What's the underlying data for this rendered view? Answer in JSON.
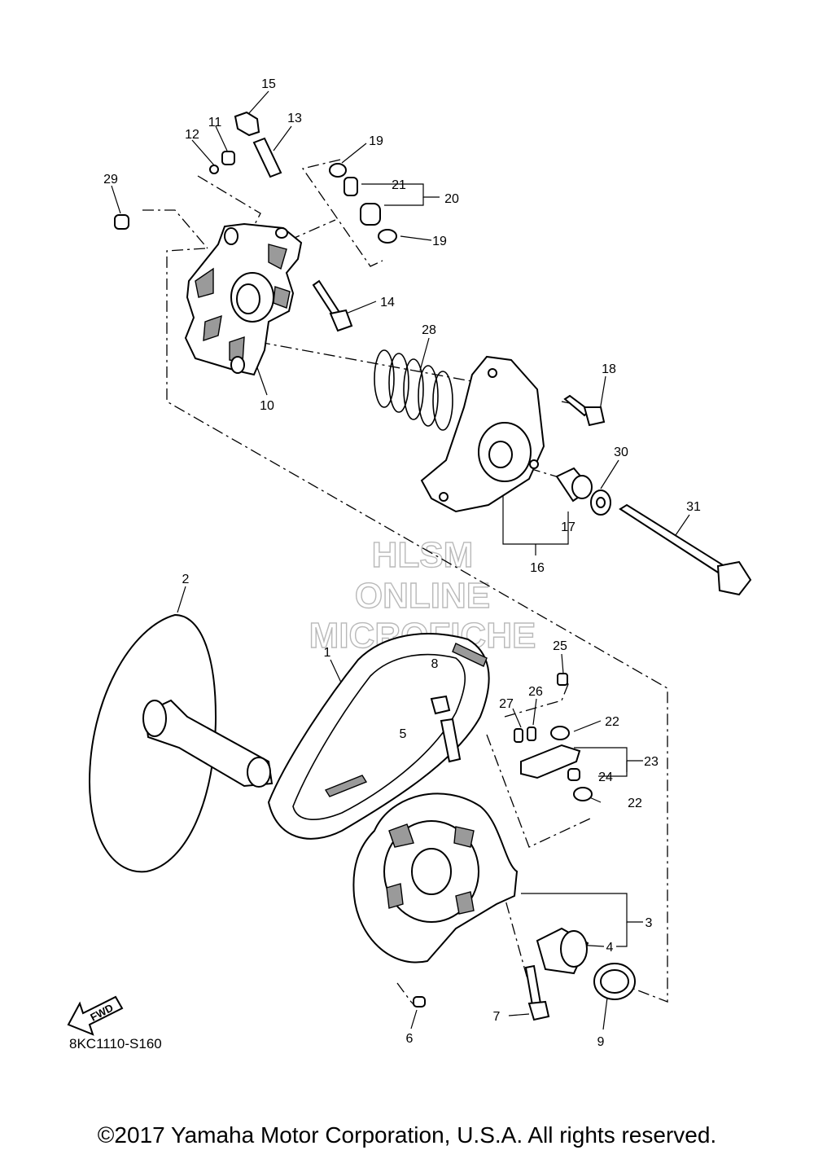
{
  "diagram": {
    "drawing_code": "8KC1110-S160",
    "fwd_label": "FWD",
    "watermark": [
      "HLSM",
      "ONLINE",
      "MICROFICHE"
    ],
    "callouts": {
      "n1": "1",
      "n2": "2",
      "n3": "3",
      "n4": "4",
      "n5": "5",
      "n6": "6",
      "n7": "7",
      "n8": "8",
      "n9": "9",
      "n10": "10",
      "n11": "11",
      "n12": "12",
      "n13": "13",
      "n14": "14",
      "n15": "15",
      "n16": "16",
      "n17": "17",
      "n18": "18",
      "n19a": "19",
      "n19b": "19",
      "n20": "20",
      "n21": "21",
      "n22a": "22",
      "n22b": "22",
      "n23": "23",
      "n24": "24",
      "n25": "25",
      "n26": "26",
      "n27": "27",
      "n28": "28",
      "n29": "29",
      "n30": "30",
      "n31": "31"
    }
  },
  "footer": {
    "copyright": "©2017 Yamaha Motor Corporation, U.S.A. All rights reserved."
  }
}
